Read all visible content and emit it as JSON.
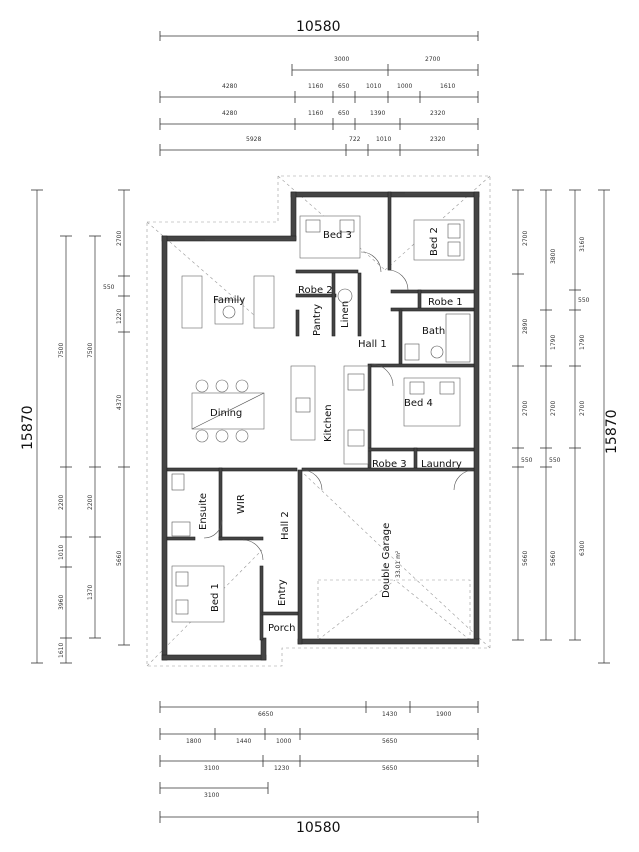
{
  "dims": {
    "overall_top": "10580",
    "overall_bottom": "10580",
    "overall_left": "15870",
    "overall_right": "15870",
    "top_row1": [
      "3000",
      "2700"
    ],
    "top_row2": [
      "4280",
      "1160",
      "650",
      "1010",
      "1000",
      "1610"
    ],
    "top_row3": [
      "4280",
      "1160",
      "650",
      "1390",
      "2320"
    ],
    "top_row4": [
      "5928",
      "722",
      "1010",
      "2320"
    ],
    "bottom_row1": [
      "6650",
      "1430",
      "1900"
    ],
    "bottom_row2": [
      "1800",
      "1440",
      "1000",
      "5650"
    ],
    "bottom_row3": [
      "3100",
      "1230",
      "5650"
    ],
    "bottom_row4": [
      "3100"
    ],
    "left_col1": [
      "7500",
      "2200",
      "1010",
      "3960",
      "1610"
    ],
    "left_col2": [
      "7500",
      "2200",
      "1370"
    ],
    "left_col3": [
      "2700",
      "550",
      "1220",
      "4370",
      "5660"
    ],
    "right_col1": [
      "2700",
      "2890",
      "2700",
      "550",
      "5660"
    ],
    "right_col2": [
      "3800",
      "1790",
      "2700",
      "550",
      "5660"
    ],
    "right_col3": [
      "3160",
      "550",
      "1790",
      "2700",
      "6300"
    ]
  },
  "rooms": {
    "bed3": "Bed 3",
    "bed2": "Bed 2",
    "robe2": "Robe 2",
    "robe1": "Robe 1",
    "family": "Family",
    "pantry": "Pantry",
    "linen": "Linen",
    "hall1": "Hall 1",
    "bath": "Bath",
    "dining": "Dining",
    "kitchen": "Kitchen",
    "bed4": "Bed 4",
    "robe3": "Robe 3",
    "laundry": "Laundry",
    "ensuite": "Ensuite",
    "wir": "WIR",
    "hall2": "Hall 2",
    "garage": "Double Garage",
    "garage_area": "33.01 m²",
    "bed1": "Bed 1",
    "entry": "Entry",
    "porch": "Porch"
  }
}
